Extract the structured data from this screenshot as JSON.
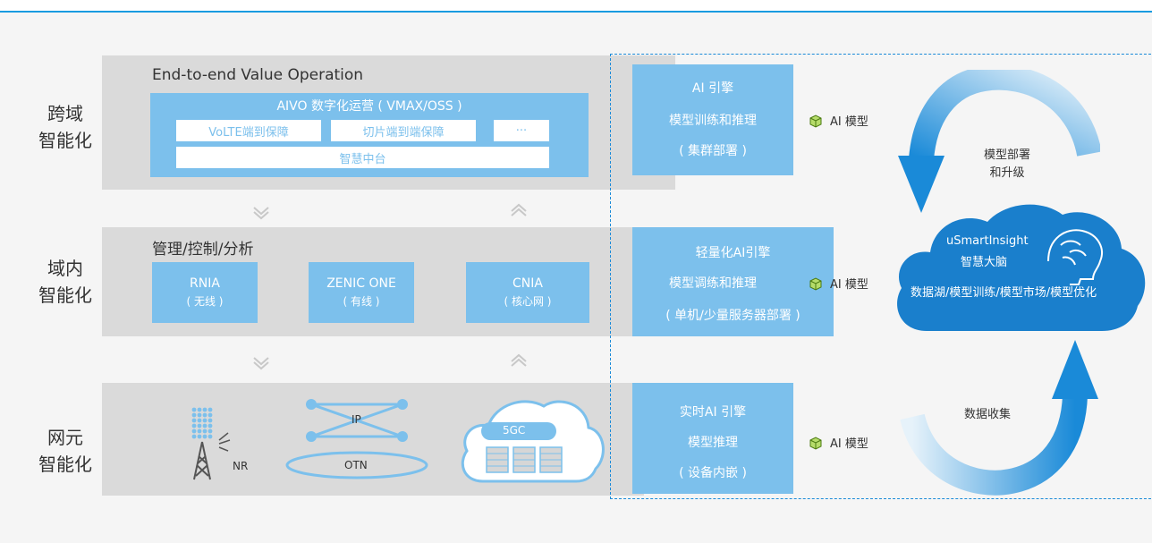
{
  "rows": {
    "cross_domain": "跨域\n智能化",
    "intra_domain": "域内\n智能化",
    "ne": "网元\n智能化"
  },
  "panel1": {
    "title": "End-to-end Value Operation",
    "aivo": "AIVO 数字化运营 ( VMAX/OSS )",
    "volte": "VoLTE端到保障",
    "slice": "切片端到端保障",
    "more": "···",
    "mid": "智慧中台"
  },
  "panel2": {
    "title": "管理/控制/分析",
    "rnia": "RNIA",
    "rnia_sub": "( 无线 )",
    "zenic": "ZENIC ONE",
    "zenic_sub": "( 有线 )",
    "cnia": "CNIA",
    "cnia_sub": "( 核心网 )"
  },
  "panel3": {
    "nr": "NR",
    "ip": "IP",
    "otn": "OTN",
    "fivegc": "5GC"
  },
  "engines": [
    {
      "l1": "AI 引擎",
      "l2": "模型训练和推理",
      "l3": "( 集群部署 )"
    },
    {
      "l1": "轻量化AI引擎",
      "l2": "模型调练和推理",
      "l3": "( 单机/少量服务器部署 )"
    },
    {
      "l1": "实时AI 引擎",
      "l2": "模型推理",
      "l3": "( 设备内嵌 )"
    }
  ],
  "model_label": "AI 模型",
  "brain": {
    "name": "uSmartInsight",
    "cn": "智慧大脑",
    "desc": "数据湖/模型训练/模型市场/模型优化"
  },
  "arrows": {
    "top": "模型部署\n和升级",
    "bottom": "数据收集"
  },
  "colors": {
    "accent": "#7cc0ec",
    "brand": "#1a8ad8",
    "panel": "#dadada"
  }
}
